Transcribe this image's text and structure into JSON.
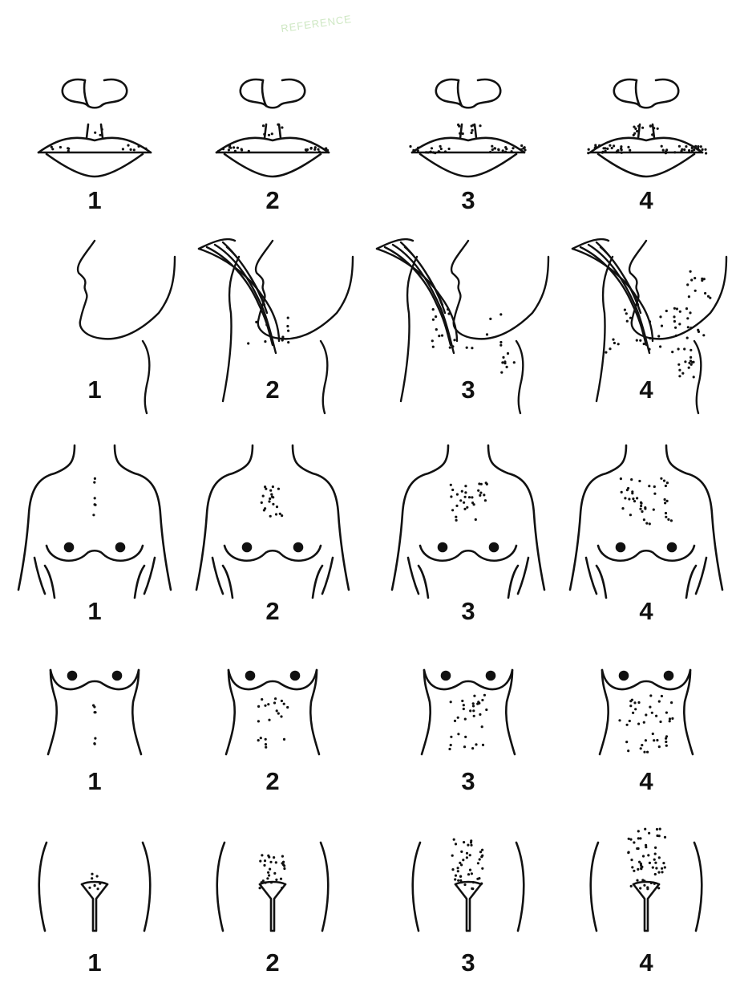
{
  "watermark": "REFERENCE",
  "rows": [
    {
      "region": "upper-lip",
      "labels": [
        "1",
        "2",
        "3",
        "4"
      ]
    },
    {
      "region": "chin",
      "labels": [
        "1",
        "2",
        "3",
        "4"
      ]
    },
    {
      "region": "chest",
      "labels": [
        "1",
        "2",
        "3",
        "4"
      ]
    },
    {
      "region": "upper-abdomen",
      "labels": [
        "1",
        "2",
        "3",
        "4"
      ]
    },
    {
      "region": "lower-abdomen",
      "labels": [
        "1",
        "2",
        "3",
        "4"
      ]
    }
  ],
  "colors": {
    "line": "#111111",
    "watermark": "#cfe8c4"
  }
}
